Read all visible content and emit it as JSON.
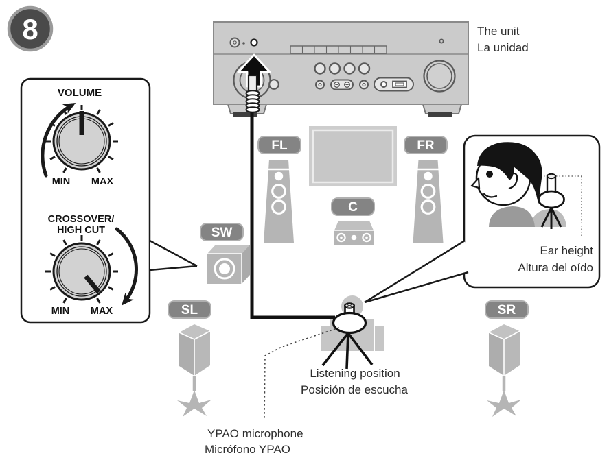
{
  "step_badge": {
    "number": "8"
  },
  "unit_label": {
    "line1_en": "The unit",
    "line2_es": "La unidad"
  },
  "left_callout": {
    "volume_label": "VOLUME",
    "volume_min": "MIN",
    "volume_max": "MAX",
    "crossover_label_line1": "CROSSOVER/",
    "crossover_label_line2": "HIGH CUT",
    "crossover_min": "MIN",
    "crossover_max": "MAX"
  },
  "speaker_labels": {
    "front_left": "FL",
    "front_right": "FR",
    "center": "C",
    "subwoofer": "SW",
    "surround_left": "SL",
    "surround_right": "SR"
  },
  "ear_height_callout": {
    "line1_en": "Ear height",
    "line2_es": "Altura del oído"
  },
  "listening_position_label": {
    "line1_en": "Listening position",
    "line2_es": "Posición de escucha"
  },
  "ypao_microphone_label": {
    "line1_en": "YPAO microphone",
    "line2_es": "Micrófono YPAO"
  },
  "colors": {
    "outline": "#1a1a1a",
    "speaker_gray": "#b5b5b5",
    "label_pill_gray": "#848484",
    "unit_body_gray": "#cbcbcb",
    "chair_gray": "#c6c6c6",
    "badge_fill": "#4a4a4a",
    "text": "#2d2d2d"
  }
}
